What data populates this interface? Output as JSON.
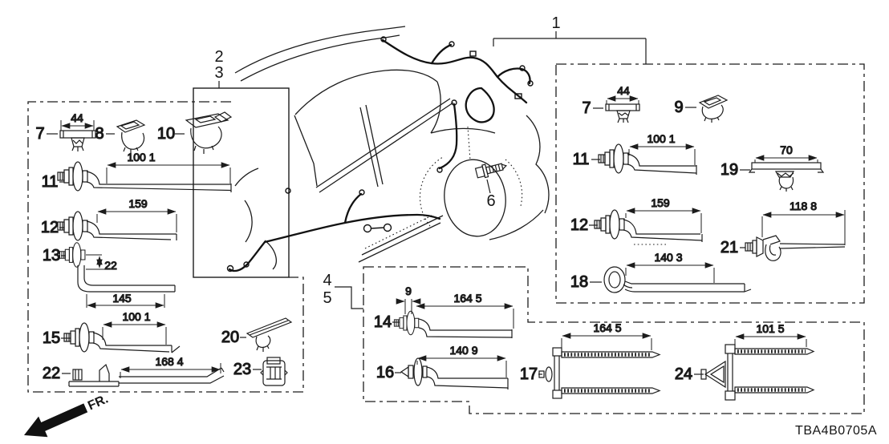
{
  "diagram_code": "TBA4B0705A",
  "fr_label": "FR.",
  "line_color": "#1c1c1c",
  "callouts": {
    "one": "1",
    "two": "2",
    "three": "3",
    "four": "4",
    "five": "5",
    "six": "6"
  },
  "left_box": {
    "items": [
      {
        "num": "7",
        "dim": "44"
      },
      {
        "num": "8"
      },
      {
        "num": "10"
      },
      {
        "num": "11",
        "dim": "100 1"
      },
      {
        "num": "12",
        "dim": "159"
      },
      {
        "num": "13",
        "dim_height": "22",
        "dim": "145"
      },
      {
        "num": "15",
        "dim": "100 1"
      },
      {
        "num": "22",
        "dim": "168 4"
      },
      {
        "num": "20"
      },
      {
        "num": "23"
      }
    ]
  },
  "middle_box": {
    "items": [
      {
        "num": "14",
        "dim_width": "9",
        "dim": "164 5"
      },
      {
        "num": "16",
        "dim": "140 9"
      }
    ]
  },
  "right_box": {
    "items": [
      {
        "num": "7",
        "dim": "44"
      },
      {
        "num": "9"
      },
      {
        "num": "11",
        "dim": "100 1"
      },
      {
        "num": "19",
        "dim": "70"
      },
      {
        "num": "12",
        "dim": "159"
      },
      {
        "num": "21",
        "dim": "118 8"
      },
      {
        "num": "18",
        "dim": "140 3"
      }
    ]
  },
  "bottom_box": {
    "items": [
      {
        "num": "17",
        "dim": "164 5"
      },
      {
        "num": "24",
        "dim": "101 5"
      }
    ]
  }
}
